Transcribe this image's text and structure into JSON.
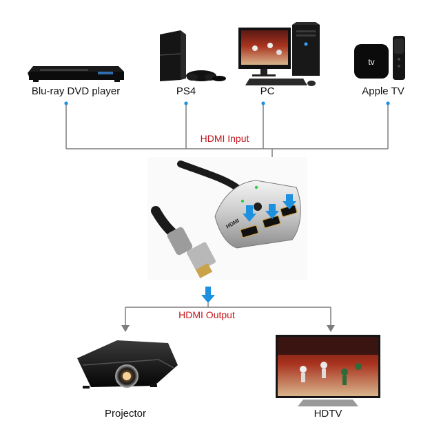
{
  "devices": {
    "input": [
      {
        "label": "Blu-ray DVD player",
        "icon": "bluray-player-icon"
      },
      {
        "label": "PS4",
        "icon": "ps4-console-icon"
      },
      {
        "label": "PC",
        "icon": "desktop-pc-icon"
      },
      {
        "label": "Apple TV",
        "icon": "apple-tv-icon"
      }
    ],
    "output": [
      {
        "label": "Projector",
        "icon": "projector-icon"
      },
      {
        "label": "HDTV",
        "icon": "hdtv-icon"
      }
    ]
  },
  "connections": {
    "input_label": "HDMI Input",
    "output_label": "HDMI Output"
  },
  "switch": {
    "icon": "hdmi-switch-icon",
    "port_count": 3,
    "body_text": "HDMI"
  },
  "colors": {
    "line": "#7d7d7d",
    "label_red": "#c4161c",
    "arrow_blue": "#1e90e0",
    "dot_blue": "#1e90e0"
  }
}
